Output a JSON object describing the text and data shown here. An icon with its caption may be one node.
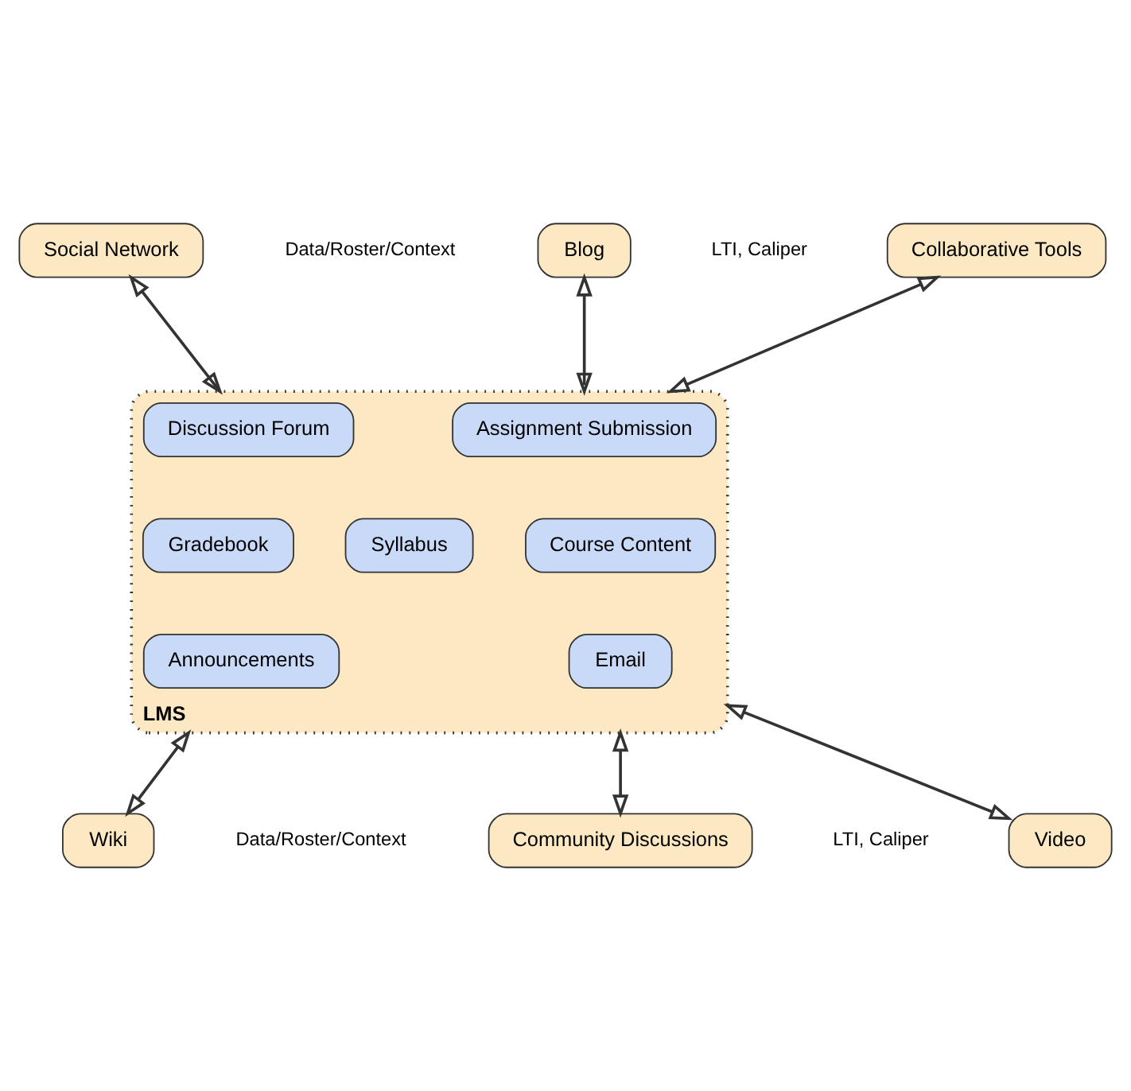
{
  "diagram": {
    "nodes": [
      {
        "text": [
          "Social Network"
        ]
      },
      {
        "text": [
          "Blog"
        ]
      },
      {
        "text": [
          "Collaborative Tools"
        ]
      },
      {
        "text": [
          "LMS"
        ]
      },
      {
        "text": [
          "Discussion Forum"
        ],
        "in": 3
      },
      {
        "text": [
          "Assignment Submission"
        ],
        "in": 3
      },
      {
        "text": [
          "Gradebook"
        ],
        "in": 3
      },
      {
        "text": [
          "Syllabus"
        ],
        "in": 3
      },
      {
        "text": [
          "Course Content"
        ],
        "in": 3
      },
      {
        "text": [
          "Announcements"
        ],
        "in": 3
      },
      {
        "text": [
          "Email"
        ],
        "in": 3
      },
      {
        "text": [
          "Wiki"
        ]
      },
      {
        "text": [
          "Community Discussions"
        ]
      },
      {
        "text": [
          "Video"
        ]
      }
    ],
    "edges": [
      {
        "from": 0,
        "to": 3,
        "arrow": "both"
      },
      {
        "from": 1,
        "to": 3,
        "arrow": "both"
      },
      {
        "from": 2,
        "to": 3,
        "arrow": "both"
      },
      {
        "from": 3,
        "to": 11,
        "arrow": "both"
      },
      {
        "from": 3,
        "to": 12,
        "arrow": "both"
      },
      {
        "from": 3,
        "to": 13,
        "arrow": "both"
      }
    ],
    "labels": [
      "Data/Roster/Context",
      "LTI, Caliper",
      "Data/Roster/Context",
      "LTI, Caliper"
    ]
  }
}
